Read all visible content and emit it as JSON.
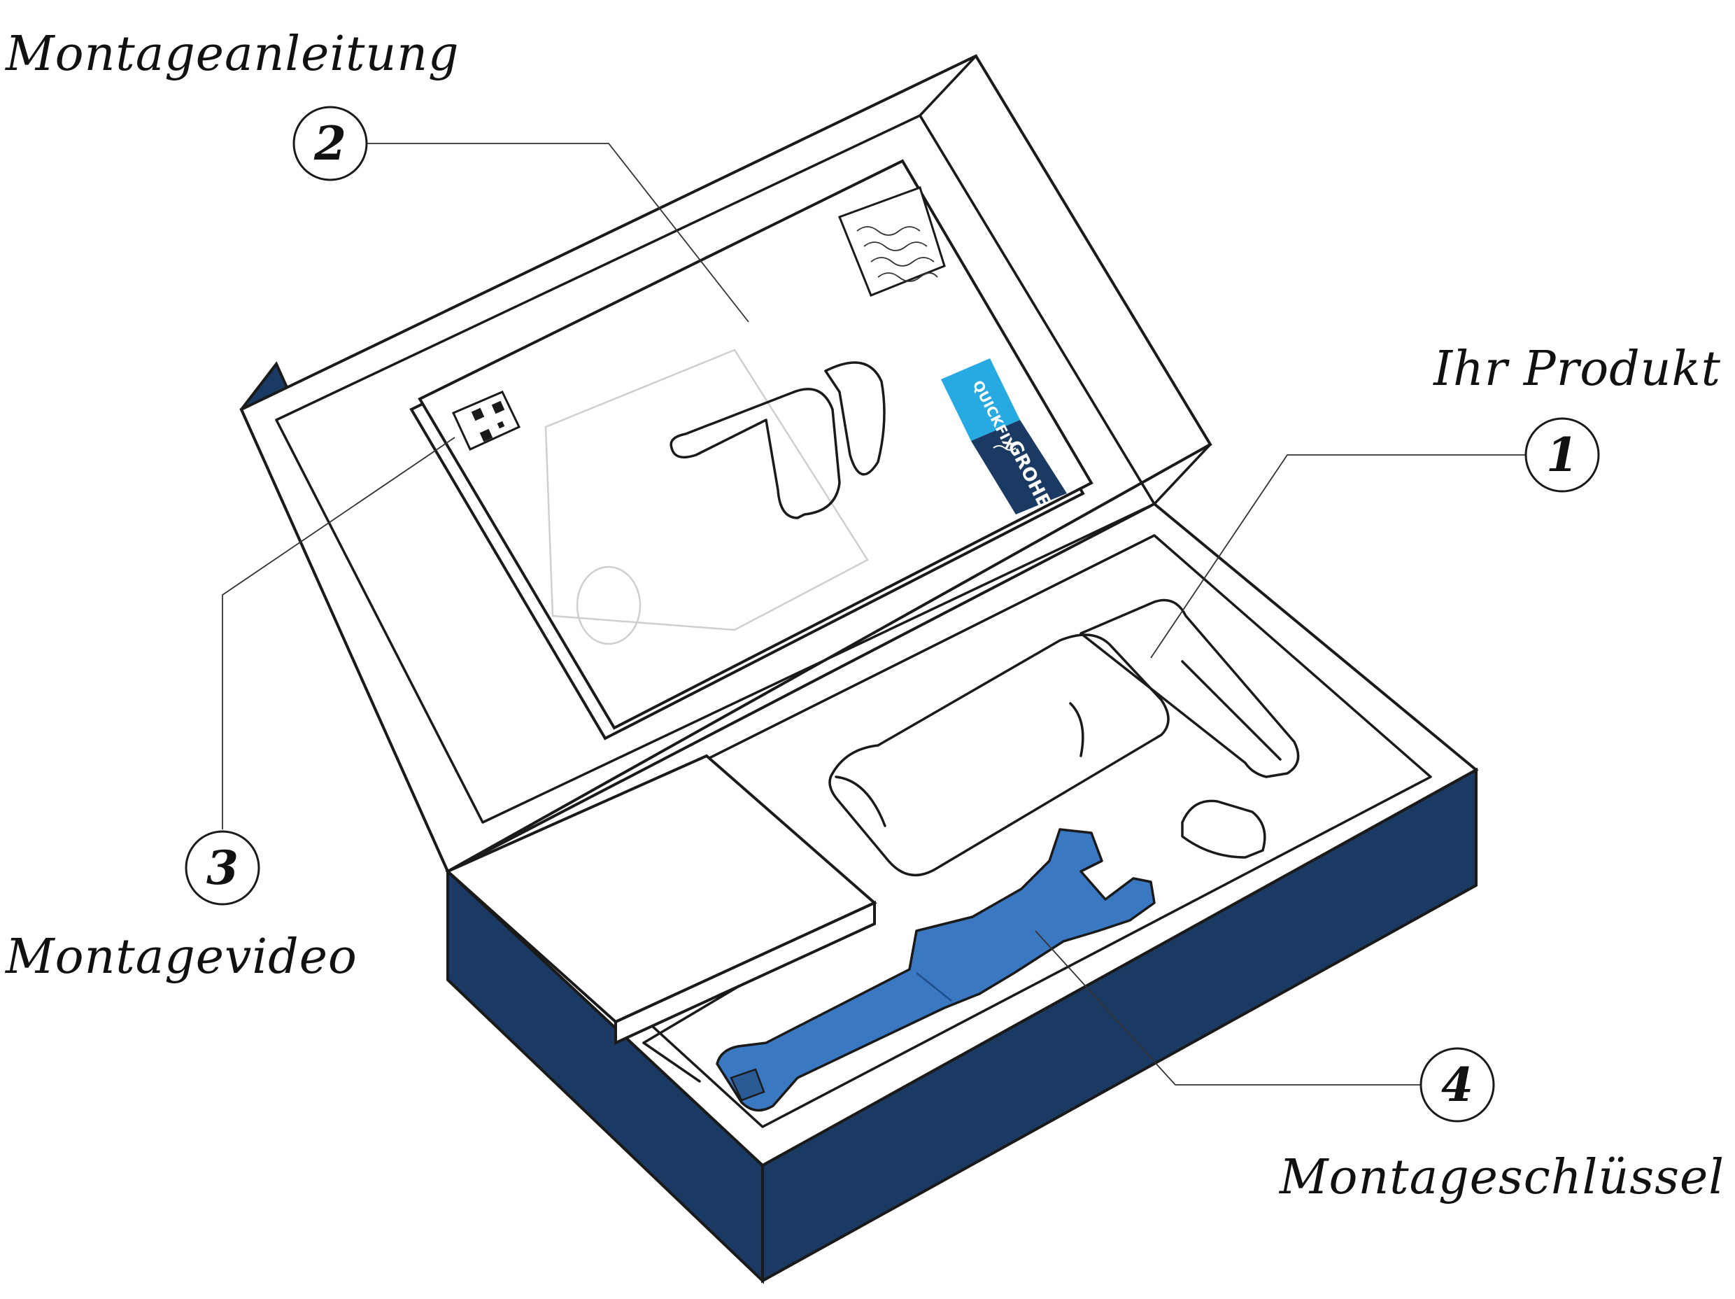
{
  "labels": {
    "manual": "Montageanleitung",
    "product": "Ihr Produkt",
    "video": "Montagevideo",
    "wrench": "Montageschlüssel"
  },
  "callouts": {
    "product": "1",
    "manual": "2",
    "video": "3",
    "wrench": "4"
  },
  "booklet": {
    "quickfix": "QUICKFIX",
    "brand": "GROHE"
  },
  "colors": {
    "box_navy": "#1b3a63",
    "wrench_blue": "#3b78c2",
    "quickfix_cyan": "#27a9e1",
    "brand_navy": "#1b3a63",
    "line": "#1a1a1a"
  }
}
